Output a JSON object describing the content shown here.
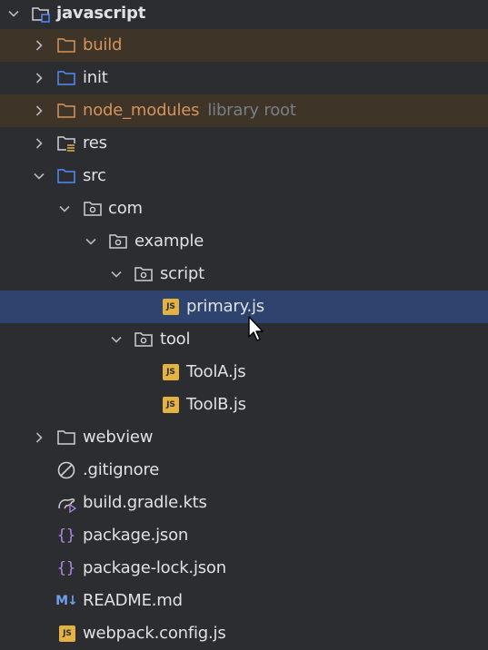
{
  "tree": {
    "root": {
      "label": "javascript"
    },
    "build": {
      "label": "build"
    },
    "init": {
      "label": "init"
    },
    "node_modules": {
      "label": "node_modules",
      "hint": "library root"
    },
    "res": {
      "label": "res"
    },
    "src": {
      "label": "src"
    },
    "com": {
      "label": "com"
    },
    "example": {
      "label": "example"
    },
    "script": {
      "label": "script"
    },
    "primary": {
      "label": "primary.js",
      "icon": "js-file-icon"
    },
    "tool": {
      "label": "tool"
    },
    "toolA": {
      "label": "ToolA.js",
      "icon": "js-file-icon"
    },
    "toolB": {
      "label": "ToolB.js",
      "icon": "js-file-icon"
    },
    "webview": {
      "label": "webview"
    },
    "gitignore": {
      "label": ".gitignore",
      "icon": "ignore-file-icon"
    },
    "gradle": {
      "label": "build.gradle.kts",
      "icon": "gradle-icon"
    },
    "package": {
      "label": "package.json",
      "icon": "json-file-icon"
    },
    "packageLock": {
      "label": "package-lock.json",
      "icon": "json-file-icon"
    },
    "readme": {
      "label": "README.md",
      "icon": "markdown-file-icon"
    },
    "webpack": {
      "label": "webpack.config.js",
      "icon": "js-file-icon"
    }
  },
  "badges": {
    "js": "JS",
    "md": "M↓",
    "brace": "{}"
  },
  "colors": {
    "background": "#2b2d30",
    "selected_row": "#2e436e",
    "excluded_row": "#3e3427",
    "excluded_text": "#d6935b",
    "folder_blue": "#548af7",
    "js_badge": "#e4b242",
    "hint_text": "#7a7e85"
  }
}
